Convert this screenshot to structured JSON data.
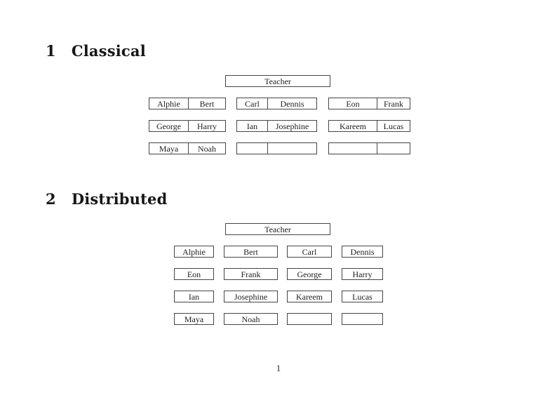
{
  "document": {
    "sections": [
      {
        "number": "1",
        "title": "Classical",
        "teacher_label": "Teacher",
        "rows": [
          [
            [
              "Alphie",
              "Bert"
            ],
            [
              "Carl",
              "Dennis"
            ],
            [
              "Eon",
              "Frank"
            ]
          ],
          [
            [
              "George",
              "Harry"
            ],
            [
              "Ian",
              "Josephine"
            ],
            [
              "Kareem",
              "Lucas"
            ]
          ],
          [
            [
              "Maya",
              "Noah"
            ],
            [
              "",
              ""
            ],
            [
              "",
              ""
            ]
          ]
        ]
      },
      {
        "number": "2",
        "title": "Distributed",
        "teacher_label": "Teacher",
        "rows": [
          [
            "Alphie",
            "Bert",
            "Carl",
            "Dennis"
          ],
          [
            "Eon",
            "Frank",
            "George",
            "Harry"
          ],
          [
            "Ian",
            "Josephine",
            "Kareem",
            "Lucas"
          ],
          [
            "Maya",
            "Noah",
            "",
            ""
          ]
        ]
      }
    ],
    "page_number": "1"
  }
}
